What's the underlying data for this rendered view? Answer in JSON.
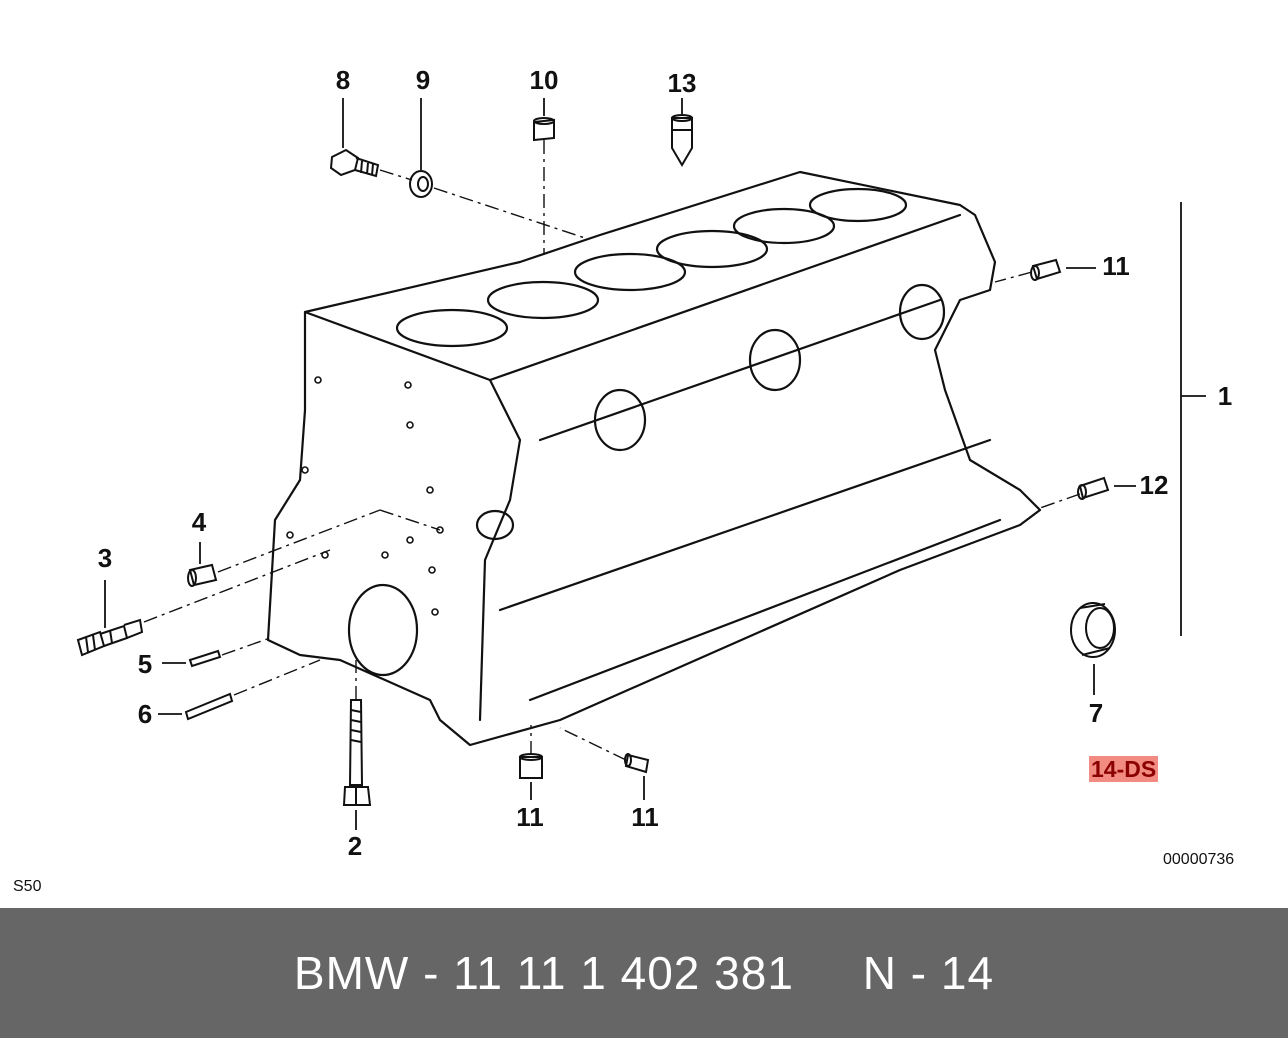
{
  "diagram": {
    "callouts": [
      {
        "id": "c8",
        "text": "8"
      },
      {
        "id": "c9",
        "text": "9"
      },
      {
        "id": "c10",
        "text": "10"
      },
      {
        "id": "c13",
        "text": "13"
      },
      {
        "id": "c11a",
        "text": "11"
      },
      {
        "id": "c1",
        "text": "1"
      },
      {
        "id": "c12",
        "text": "12"
      },
      {
        "id": "c4",
        "text": "4"
      },
      {
        "id": "c3",
        "text": "3"
      },
      {
        "id": "c5",
        "text": "5"
      },
      {
        "id": "c6",
        "text": "6"
      },
      {
        "id": "c7",
        "text": "7"
      },
      {
        "id": "c2",
        "text": "2"
      },
      {
        "id": "c11b",
        "text": "11"
      },
      {
        "id": "c11c",
        "text": "11"
      }
    ],
    "model_code": "S50",
    "drawing_number": "00000736",
    "ds_badge": "14-DS",
    "accent_color": "#f28b82"
  },
  "footer": {
    "text": "BMW - 11 11 1 402 381     N - 14",
    "background": "#666666"
  }
}
